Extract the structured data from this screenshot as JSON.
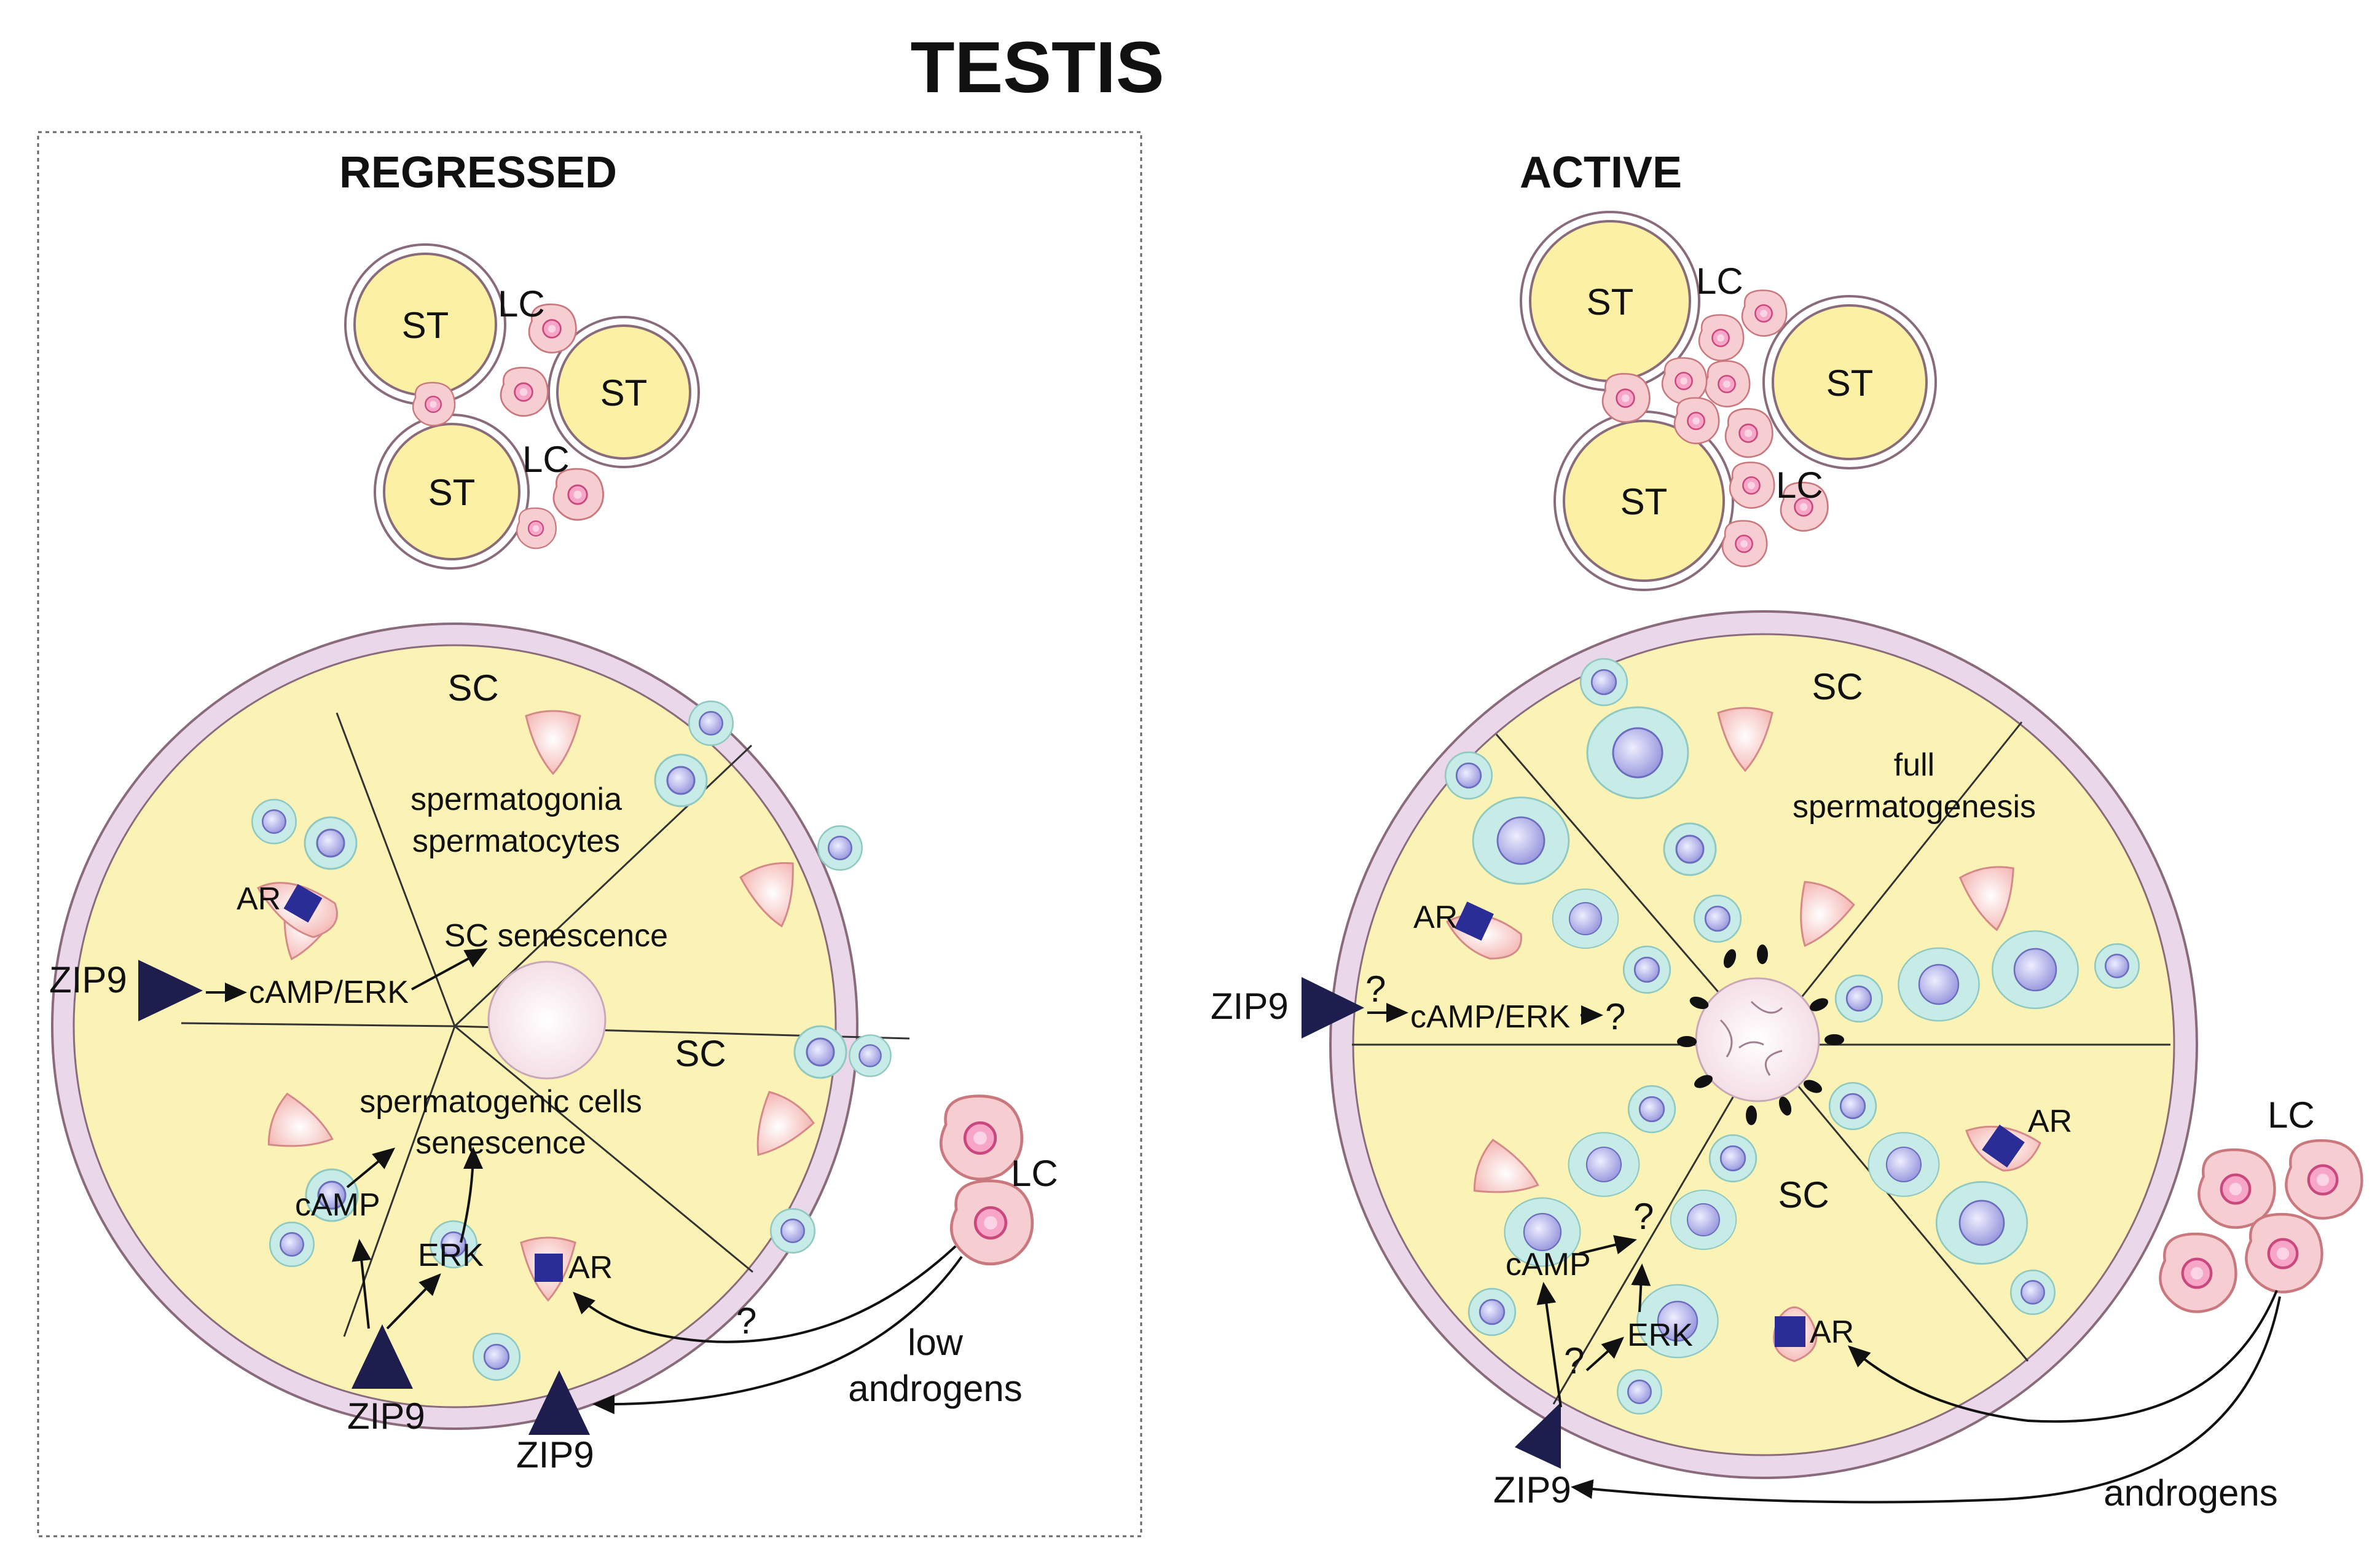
{
  "title": "TESTIS",
  "panels": {
    "regressed": {
      "heading": "REGRESSED",
      "interstitium": {
        "st": [
          "ST",
          "ST",
          "ST"
        ],
        "lc": [
          "LC",
          "LC"
        ]
      },
      "tubule": {
        "sc": [
          "SC",
          "SC"
        ],
        "germ_text": [
          "spermatogonia",
          "spermatocytes"
        ],
        "senescence": "SC senescence",
        "spg_senescence": [
          "spermatogenic cells",
          "senescence"
        ],
        "camp_erk": "cAMP/ERK",
        "camp": "cAMP",
        "erk": "ERK",
        "ar": [
          "AR",
          "AR"
        ],
        "zip9": [
          "ZIP9",
          "ZIP9",
          "ZIP9"
        ],
        "question": "?"
      },
      "lc": "LC",
      "androgens": [
        "low",
        "androgens"
      ]
    },
    "active": {
      "heading": "ACTIVE",
      "interstitium": {
        "st": [
          "ST",
          "ST",
          "ST"
        ],
        "lc": [
          "LC",
          "LC"
        ]
      },
      "tubule": {
        "sc": [
          "SC",
          "SC"
        ],
        "germ_text": [
          "full",
          "spermatogenesis"
        ],
        "camp_erk": "cAMP/ERK",
        "camp": "cAMP",
        "erk": "ERK",
        "ar": [
          "AR",
          "AR"
        ],
        "zip9": [
          "ZIP9",
          "ZIP9"
        ],
        "questions": [
          "?",
          "?",
          "?",
          "?"
        ]
      },
      "lc": "LC",
      "androgens": "androgens"
    }
  },
  "colors": {
    "tubule_fill": "#fbf2b5",
    "tubule_wall": "#ead8ea",
    "st_fill": "#fbf0a3",
    "lc_fill": "#f6cdd0",
    "lc_nucleus": "#f08cc0",
    "germ_outer": "#c7ebe6",
    "germ_nucleus": "#b8b8ec",
    "sertoli_fill": "#f7c3bd",
    "zip9": "#1d1d4e",
    "ar": "#2b2d96"
  }
}
